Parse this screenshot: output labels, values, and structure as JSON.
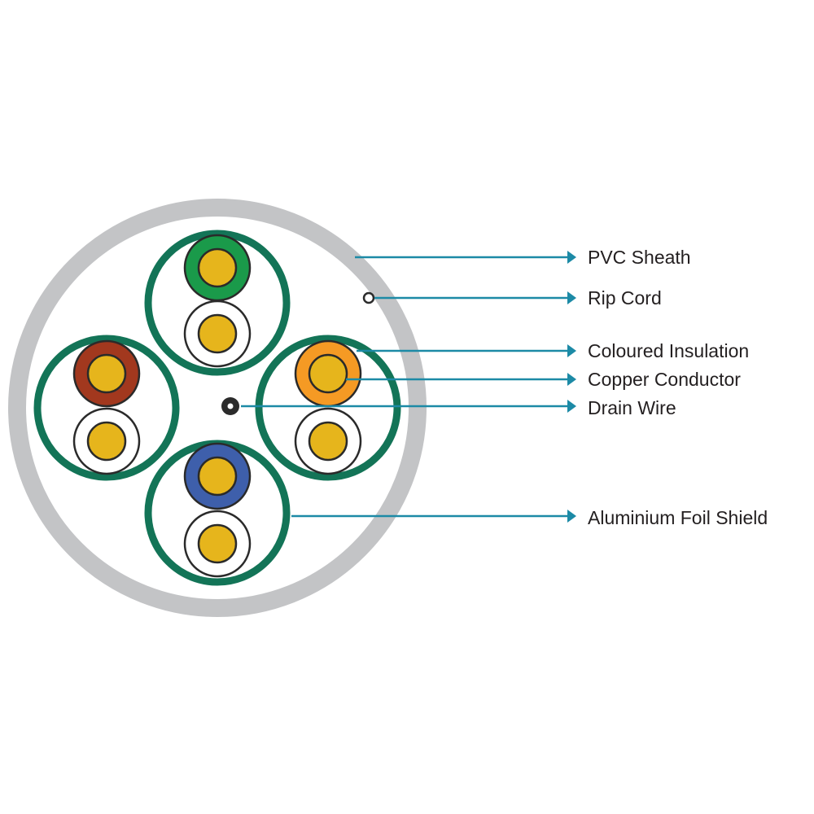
{
  "colors": {
    "sheath": "#c3c4c6",
    "foil": "#137457",
    "conductor": "#e6b51c",
    "conductor_stroke": "#2a2a2a",
    "leader": "#1c8aa6",
    "pair_colors": {
      "green": "#1a9a4a",
      "orange": "#f59a24",
      "blue": "#3e5fab",
      "brown": "#a2381e",
      "white": "#ffffff"
    }
  },
  "pairs": [
    {
      "name": "green-pair",
      "colors": [
        "green",
        "white"
      ]
    },
    {
      "name": "orange-pair",
      "colors": [
        "orange",
        "white"
      ]
    },
    {
      "name": "blue-pair",
      "colors": [
        "blue",
        "white"
      ]
    },
    {
      "name": "brown-pair",
      "colors": [
        "brown",
        "white"
      ]
    }
  ],
  "labels": {
    "pvc_sheath": "PVC Sheath",
    "rip_cord": "Rip Cord",
    "coloured_insulation": "Coloured Insulation",
    "copper_conductor": "Copper Conductor",
    "drain_wire": "Drain Wire",
    "aluminium_foil_shield": "Aluminium Foil Shield"
  }
}
